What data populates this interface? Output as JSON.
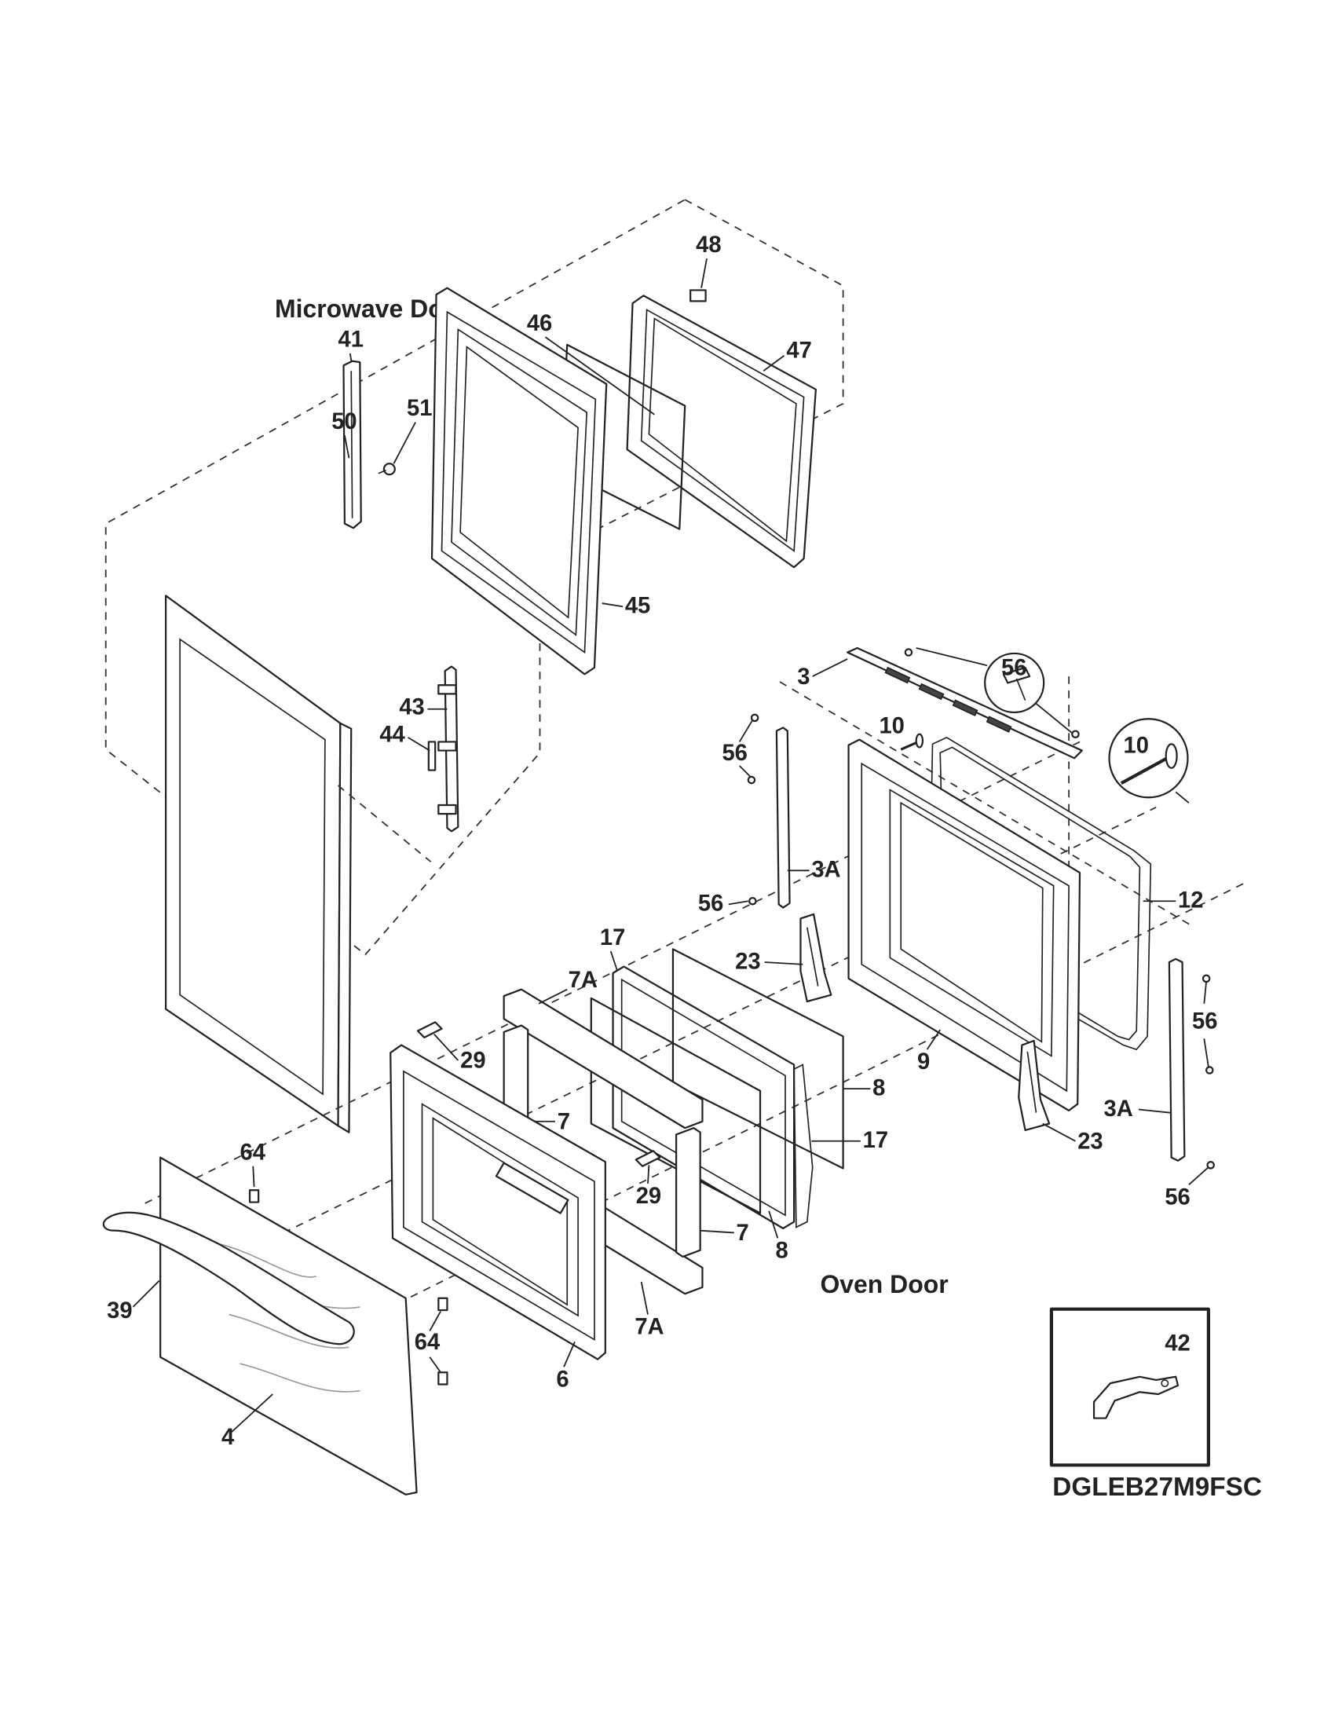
{
  "sections": {
    "microwave_door": "Microwave Door",
    "oven_door": "Oven Door"
  },
  "model_number": "DGLEB27M9FSC",
  "labels": {
    "p3": "3",
    "p3a_left": "3A",
    "p3a_right": "3A",
    "p4": "4",
    "p6": "6",
    "p7_upper": "7",
    "p7_lower": "7",
    "p7a_upper": "7A",
    "p7a_lower": "7A",
    "p8_upper": "8",
    "p8_lower": "8",
    "p9": "9",
    "p10_small": "10",
    "p10_circle": "10",
    "p12": "12",
    "p17_upper": "17",
    "p17_lower": "17",
    "p23_upper": "23",
    "p23_lower": "23",
    "p29_upper": "29",
    "p29_lower": "29",
    "p39": "39",
    "p41": "41",
    "p42": "42",
    "p43": "43",
    "p44": "44",
    "p45": "45",
    "p46": "46",
    "p47": "47",
    "p48": "48",
    "p50": "50",
    "p51": "51",
    "p56_circle": "56",
    "p56_left_top": "56",
    "p56_left_mid": "56",
    "p56_right_mid": "56",
    "p56_right_bottom": "56",
    "p64_upper": "64",
    "p64_lower": "64"
  }
}
